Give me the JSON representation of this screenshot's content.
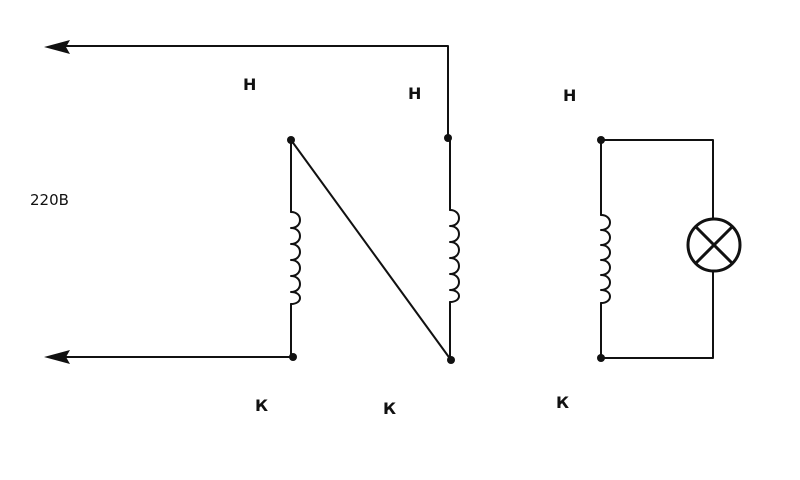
{
  "diagram": {
    "voltage_label": "220В",
    "coil_1": {
      "start_label": "Н",
      "end_label": "К"
    },
    "coil_2": {
      "start_label": "Н",
      "end_label": "К"
    },
    "coil_3": {
      "start_label": "Н",
      "end_label": "К"
    },
    "line_color": "#111111",
    "background": "#ffffff"
  }
}
